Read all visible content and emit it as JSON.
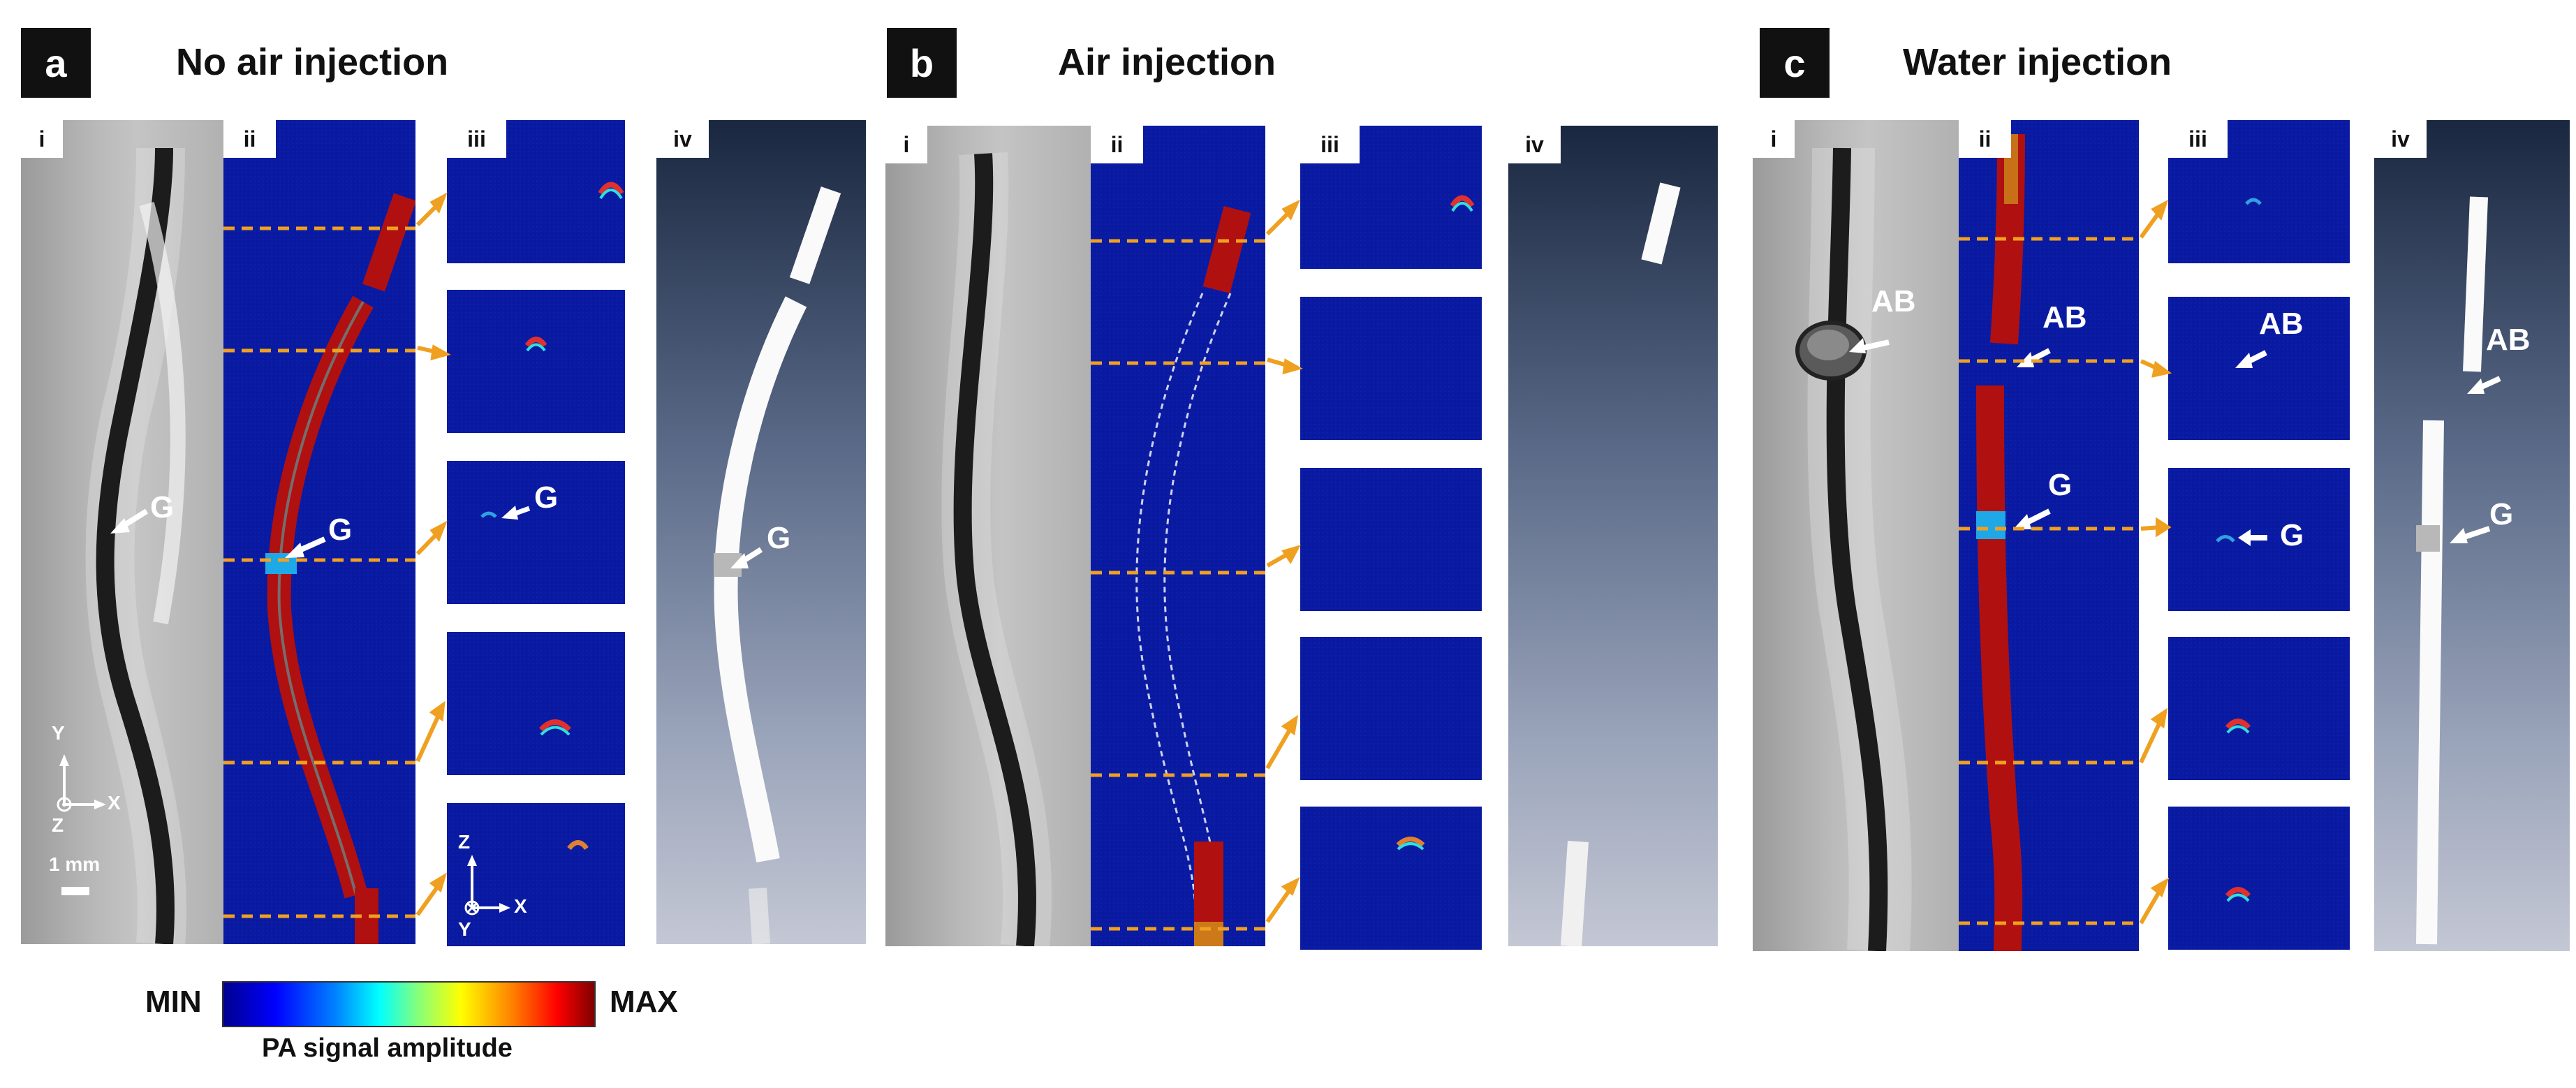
{
  "panels": [
    {
      "tag": "a",
      "title": "No air injection"
    },
    {
      "tag": "b",
      "title": "Air injection"
    },
    {
      "tag": "c",
      "title": "Water injection"
    }
  ],
  "subpanels": [
    "i",
    "ii",
    "iii",
    "iv"
  ],
  "annotations": {
    "gap": "G",
    "air_bubble": "AB"
  },
  "axes_xy": {
    "y": "Y",
    "x": "X",
    "z": "Z"
  },
  "axes_xz": {
    "z": "Z",
    "x": "X",
    "y": "Y"
  },
  "scale_bar": "1 mm",
  "colorbar": {
    "min": "MIN",
    "max": "MAX",
    "label": "PA signal amplitude"
  },
  "colors": {
    "pa_background": "#0a1aa0",
    "pa_signal": "#b01010",
    "guide_line": "#f0a020"
  },
  "icons": [
    "arrow-icon",
    "axis-icon",
    "scale-bar-icon"
  ]
}
